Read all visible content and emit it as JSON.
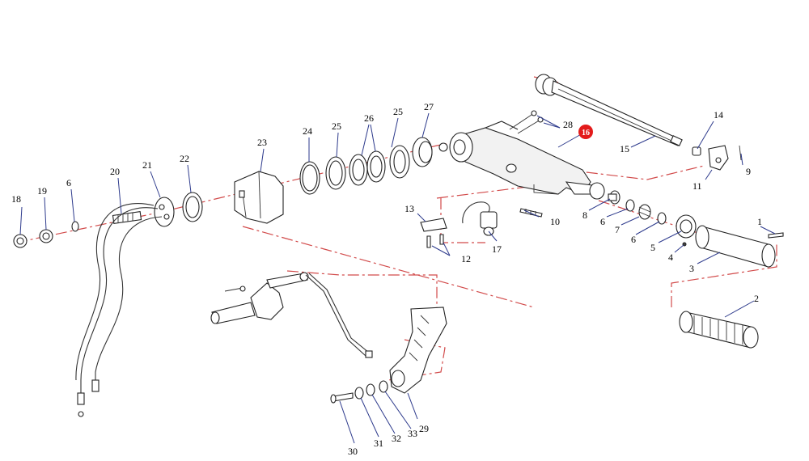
{
  "diagram": {
    "highlighted_callout": "16",
    "colors": {
      "highlight": "#e31b1b",
      "center_line": "#d24b4b",
      "leader": "#2d3a8c",
      "outline": "#222222"
    },
    "callouts": [
      {
        "id": "1",
        "label": "1"
      },
      {
        "id": "2",
        "label": "2"
      },
      {
        "id": "3",
        "label": "3"
      },
      {
        "id": "4",
        "label": "4"
      },
      {
        "id": "5",
        "label": "5"
      },
      {
        "id": "6a",
        "label": "6"
      },
      {
        "id": "6b",
        "label": "6"
      },
      {
        "id": "6c",
        "label": "6"
      },
      {
        "id": "7",
        "label": "7"
      },
      {
        "id": "8",
        "label": "8"
      },
      {
        "id": "9",
        "label": "9"
      },
      {
        "id": "10",
        "label": "10"
      },
      {
        "id": "11",
        "label": "11"
      },
      {
        "id": "12",
        "label": "12"
      },
      {
        "id": "13",
        "label": "13"
      },
      {
        "id": "14",
        "label": "14"
      },
      {
        "id": "15",
        "label": "15"
      },
      {
        "id": "16",
        "label": "16"
      },
      {
        "id": "17",
        "label": "17"
      },
      {
        "id": "18",
        "label": "18"
      },
      {
        "id": "19",
        "label": "19"
      },
      {
        "id": "20",
        "label": "20"
      },
      {
        "id": "21",
        "label": "21"
      },
      {
        "id": "22",
        "label": "22"
      },
      {
        "id": "23",
        "label": "23"
      },
      {
        "id": "24",
        "label": "24"
      },
      {
        "id": "25a",
        "label": "25"
      },
      {
        "id": "25b",
        "label": "25"
      },
      {
        "id": "26",
        "label": "26"
      },
      {
        "id": "27",
        "label": "27"
      },
      {
        "id": "28",
        "label": "28"
      },
      {
        "id": "29",
        "label": "29"
      },
      {
        "id": "30",
        "label": "30"
      },
      {
        "id": "31",
        "label": "31"
      },
      {
        "id": "32",
        "label": "32"
      },
      {
        "id": "33",
        "label": "33"
      }
    ]
  }
}
